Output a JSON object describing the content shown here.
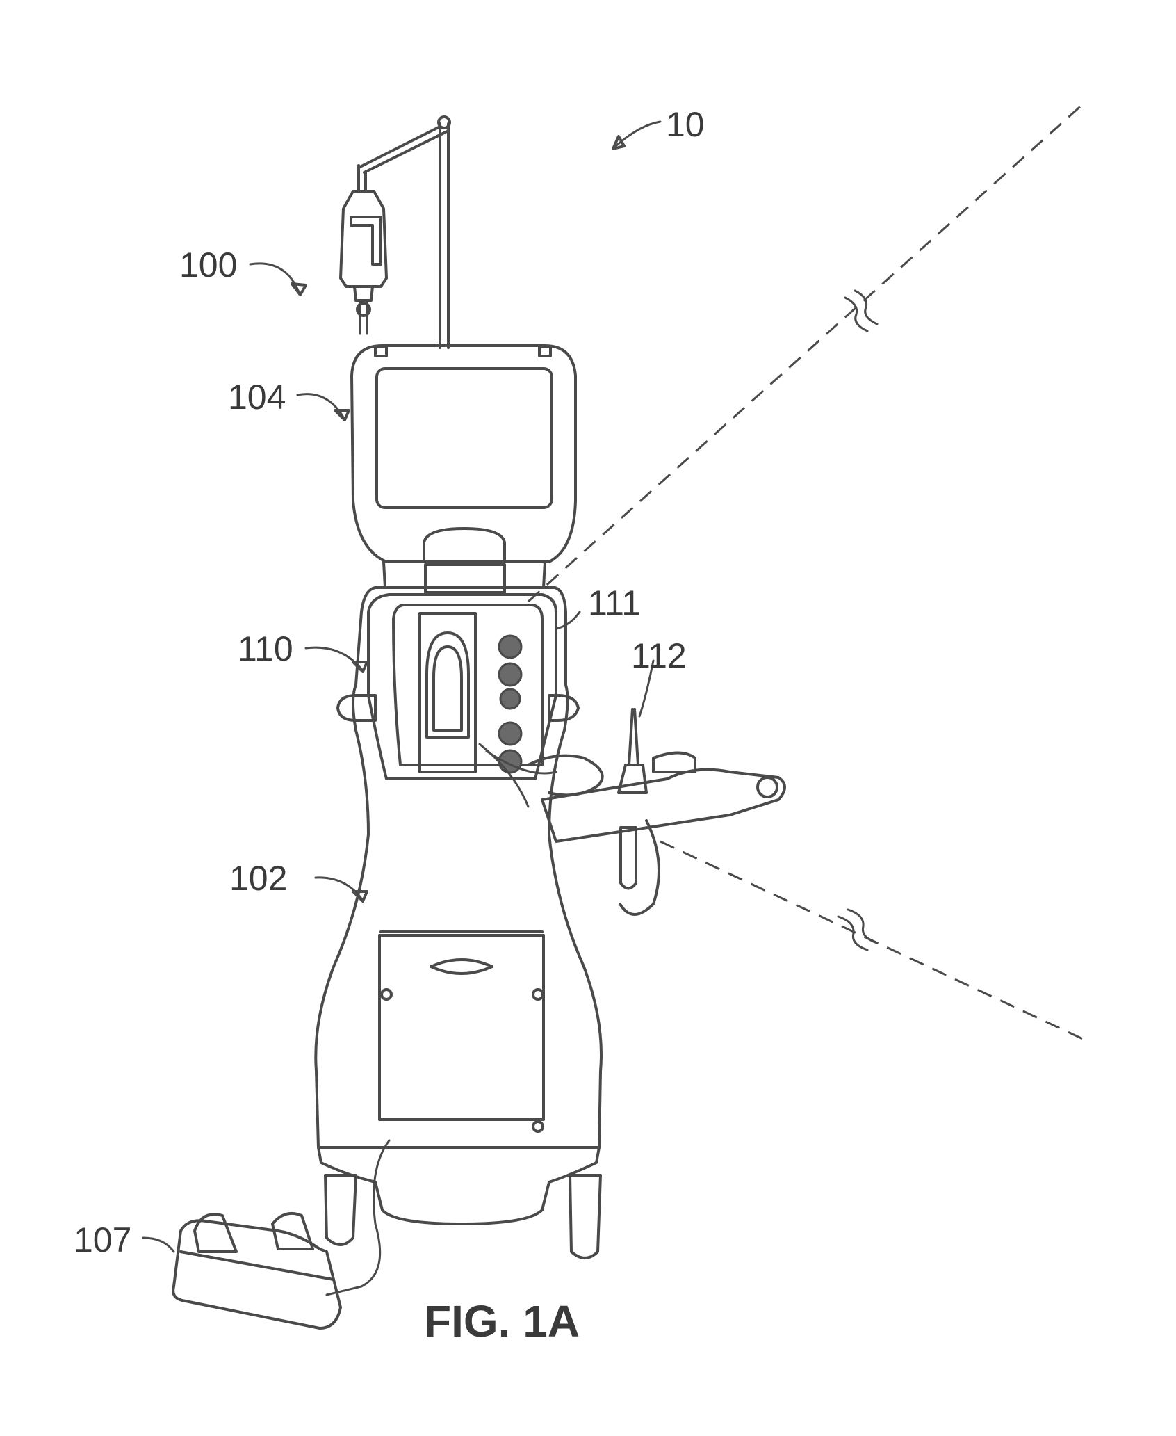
{
  "labels": {
    "system": "10",
    "console": "100",
    "display": "104",
    "cart": "102",
    "front_panel": "110",
    "cassette_port": "111",
    "handpiece": "112",
    "foot_pedal": "107"
  },
  "caption": "FIG. 1A"
}
